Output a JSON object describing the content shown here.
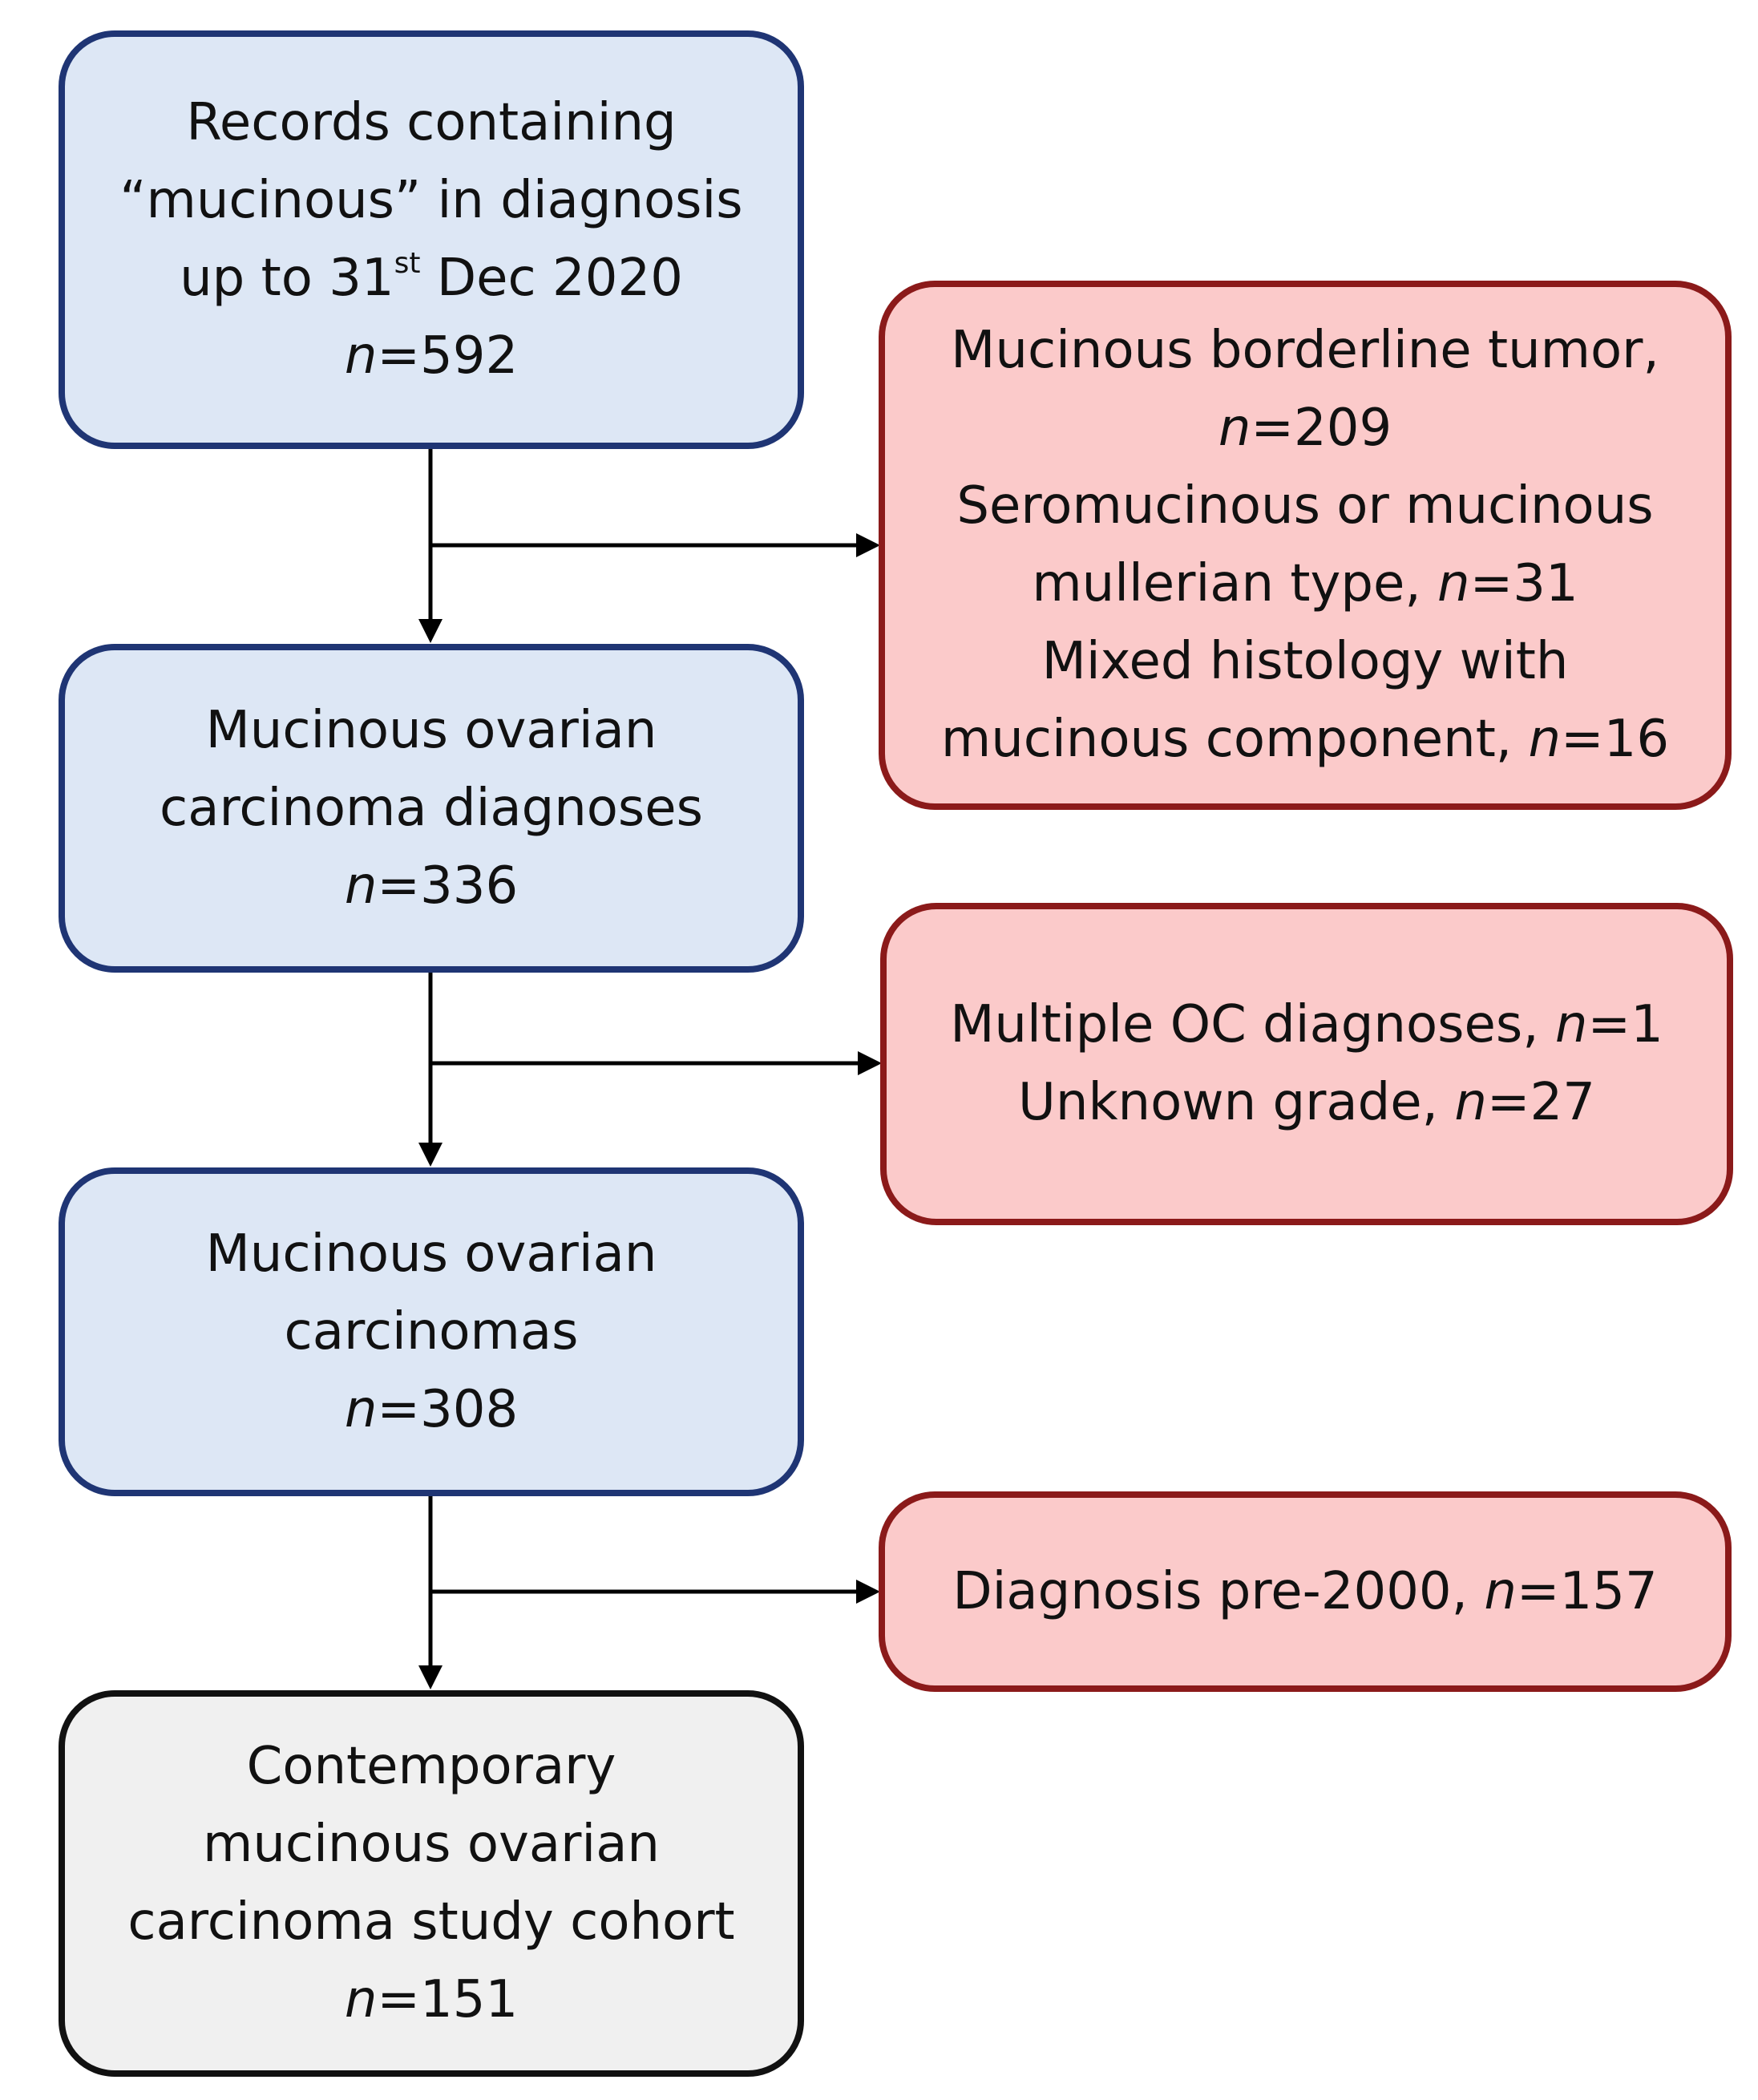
{
  "boxes": {
    "records": {
      "line1": "Records containing",
      "line2": "“mucinous” in diagnosis",
      "line3_pre": "up to 31",
      "line3_sup": "st",
      "line3_post": " Dec 2020",
      "n_label": "n",
      "n_value": "=592"
    },
    "excluded_1": {
      "line1": "Mucinous borderline tumor,",
      "line2_n_label": "n",
      "line2_n_value": "=209",
      "line3": "Seromucinous or mucinous",
      "line4_text": "mullerian type, ",
      "line4_n_label": "n",
      "line4_n_value": "=31",
      "line5": "Mixed histology with",
      "line6_text": "mucinous component, ",
      "line6_n_label": "n",
      "line6_n_value": "=16"
    },
    "moc_diagnoses": {
      "line1": "Mucinous ovarian",
      "line2": "carcinoma diagnoses",
      "n_label": "n",
      "n_value": "=336"
    },
    "excluded_2": {
      "line1_text": "Multiple OC diagnoses, ",
      "line1_n_label": "n",
      "line1_n_value": "=1",
      "line2_text": "Unknown grade, ",
      "line2_n_label": "n",
      "line2_n_value": "=27"
    },
    "moc": {
      "line1": "Mucinous ovarian",
      "line2": "carcinomas",
      "n_label": "n",
      "n_value": "=308"
    },
    "excluded_3": {
      "line1_text": "Diagnosis pre-2000, ",
      "line1_n_label": "n",
      "line1_n_value": "=157"
    },
    "cohort": {
      "line1": "Contemporary",
      "line2": "mucinous ovarian",
      "line3": "carcinoma study cohort",
      "n_label": "n",
      "n_value": "=151"
    }
  },
  "colors": {
    "flow_fill": "#dde7f5",
    "flow_border": "#1f3574",
    "excluded_fill": "#fbcaca",
    "excluded_border": "#8b1a1a",
    "final_fill": "#f0f0f0",
    "final_border": "#111111",
    "arrow": "#000000"
  }
}
